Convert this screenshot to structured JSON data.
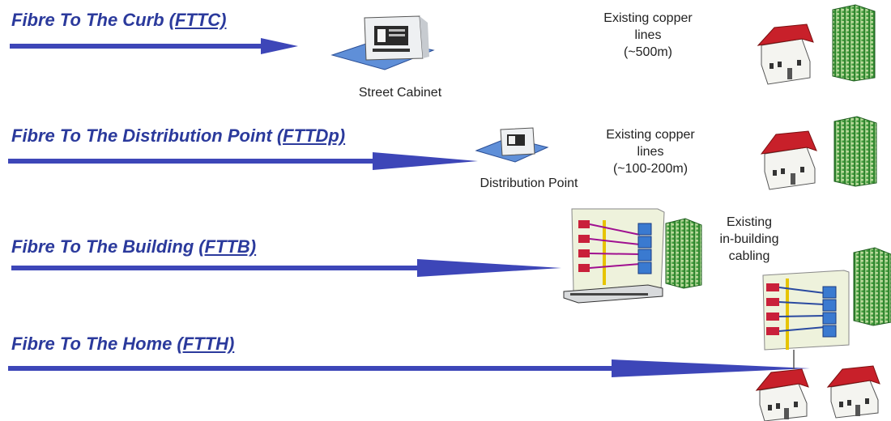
{
  "rows": [
    {
      "title": "Fibre To The  Curb",
      "abbr": "(FTTC)",
      "device_label": "Street Cabinet",
      "copper_lines": [
        "Existing copper",
        "lines",
        "(~500m)"
      ]
    },
    {
      "title": "Fibre To The Distribution Point",
      "abbr": "(FTTDp)",
      "device_label": "Distribution Point",
      "copper_lines": [
        "Existing copper",
        "lines",
        "(~100-200m)"
      ]
    },
    {
      "title": "Fibre To The Building",
      "abbr": "(FTTB)",
      "device_label": "",
      "copper_lines": [
        "Existing",
        "in-building",
        "cabling"
      ]
    },
    {
      "title": "Fibre To The Home",
      "abbr": "(FTTH)",
      "device_label": "",
      "copper_lines": []
    }
  ],
  "colors": {
    "arrow": "#3d46b8",
    "title": "#2b3a9c",
    "roof": "#c8202a",
    "tower": "#2e8b2e",
    "cabinet": "#4a7fd0"
  },
  "icons": [
    "street-cabinet-icon",
    "distribution-point-icon",
    "house-icon",
    "apartment-tower-icon",
    "building-riser-icon"
  ]
}
